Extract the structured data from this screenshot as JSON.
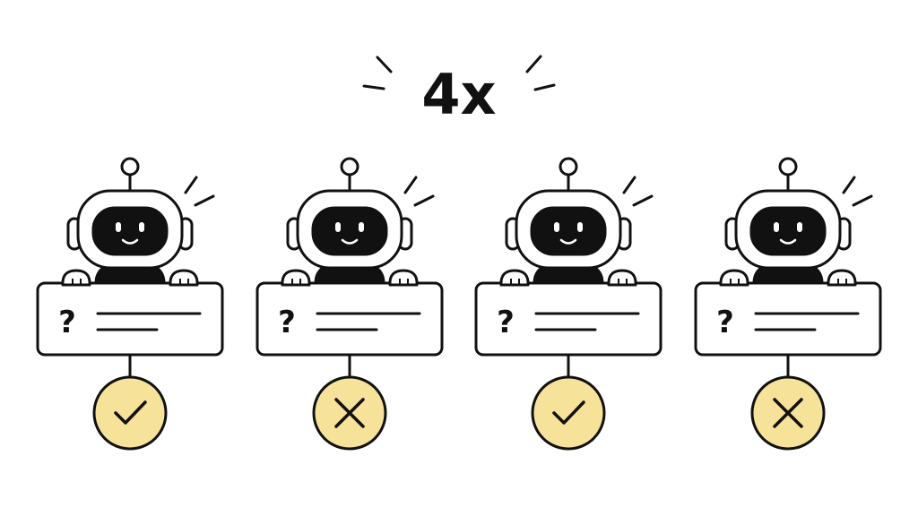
{
  "title": "4x",
  "colors": {
    "ink": "#111111",
    "paper": "#ffffff",
    "badge_fill": "#f7e29a"
  },
  "panels": [
    {
      "card_glyph": "?",
      "result": "correct",
      "result_icon": "check-icon"
    },
    {
      "card_glyph": "?",
      "result": "incorrect",
      "result_icon": "x-icon"
    },
    {
      "card_glyph": "?",
      "result": "correct",
      "result_icon": "check-icon"
    },
    {
      "card_glyph": "?",
      "result": "incorrect",
      "result_icon": "x-icon"
    }
  ]
}
